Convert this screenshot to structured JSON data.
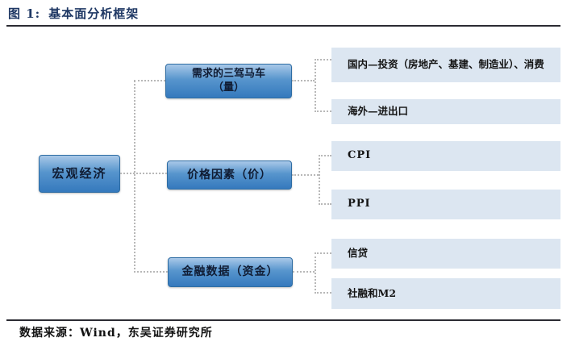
{
  "figure": {
    "label": "图 1:",
    "title": "基本面分析框架"
  },
  "chart": {
    "type": "tree-diagram",
    "root": {
      "label": "宏观经济"
    },
    "branches": [
      {
        "label": "需求的三驾马车（量）",
        "children": [
          {
            "label": "国内—投资（房地产、基建、制造业）、消费"
          },
          {
            "label": "海外—进出口"
          }
        ]
      },
      {
        "label": "价格因素（价）",
        "children": [
          {
            "label": "CPI"
          },
          {
            "label": "PPI"
          }
        ]
      },
      {
        "label": "金融数据（资金）",
        "children": [
          {
            "label": "信贷"
          },
          {
            "label": "社融和M2"
          }
        ]
      }
    ]
  },
  "footer": {
    "source": "数据来源：Wind，东吴证券研究所"
  },
  "colors": {
    "title_text": "#1f3864",
    "rule": "#2b2b33",
    "node_gradient_top": "#a9c8e8",
    "node_gradient_bottom": "#3579bd",
    "node_border": "#2e6da4",
    "leaf_background": "#dce6f1",
    "connector": "#b8b8b8",
    "body_text": "#111111"
  }
}
